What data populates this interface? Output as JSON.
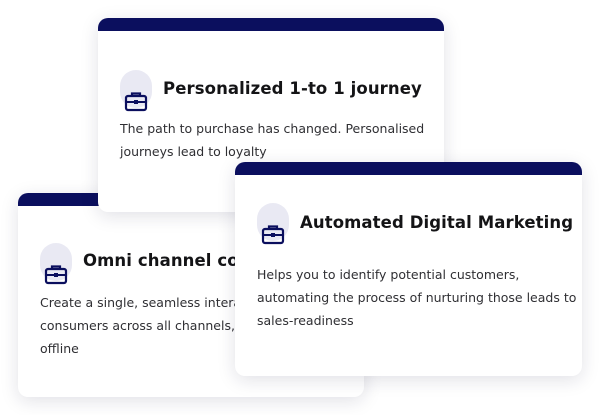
{
  "colors": {
    "accent": "#0b0f5e",
    "icon_bg": "#e9e9f3",
    "text": "#141416"
  },
  "cards": [
    {
      "icon": "briefcase-icon",
      "title": "Personalized 1-to 1 journey",
      "description_lines": [
        "The path to purchase has changed. Personalised",
        "journeys lead to loyalty"
      ]
    },
    {
      "icon": "briefcase-icon",
      "title": "Omni channel co",
      "description_lines": [
        "Create a single, seamless interact",
        "consumers across all channels, bo",
        "offline"
      ]
    },
    {
      "icon": "briefcase-icon",
      "title": "Automated Digital Marketing",
      "description_lines": [
        "Helps you to identify potential customers,",
        "automating the process of nurturing those leads to",
        "sales-readiness"
      ]
    }
  ]
}
